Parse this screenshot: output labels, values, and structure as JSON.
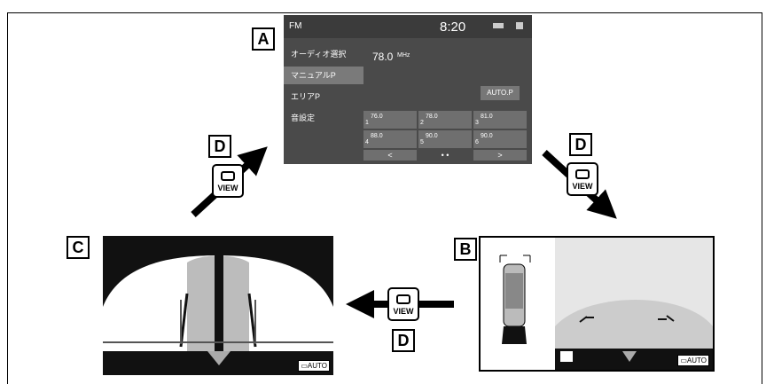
{
  "labels": {
    "a": "A",
    "b": "B",
    "c": "C",
    "d": "D"
  },
  "view_button": {
    "text": "VIEW"
  },
  "screen_a": {
    "source": "FM",
    "time": "8:20",
    "frequency": "78.0",
    "freq_unit": "MHz",
    "menu": [
      "オーディオ選択",
      "マニュアルP",
      "エリアP",
      "音設定"
    ],
    "autop": "AUTO.P",
    "presets": [
      {
        "n": "1",
        "f": "76.0"
      },
      {
        "n": "2",
        "f": "78.0"
      },
      {
        "n": "3",
        "f": "81.0"
      },
      {
        "n": "4",
        "f": "88.0"
      },
      {
        "n": "5",
        "f": "90.0"
      },
      {
        "n": "6",
        "f": "90.0"
      }
    ],
    "nav": {
      "prev": "<",
      "dots": "• •",
      "next": ">"
    }
  },
  "screen_b": {
    "auto": "AUTO"
  },
  "screen_c": {
    "auto": "AUTO"
  }
}
